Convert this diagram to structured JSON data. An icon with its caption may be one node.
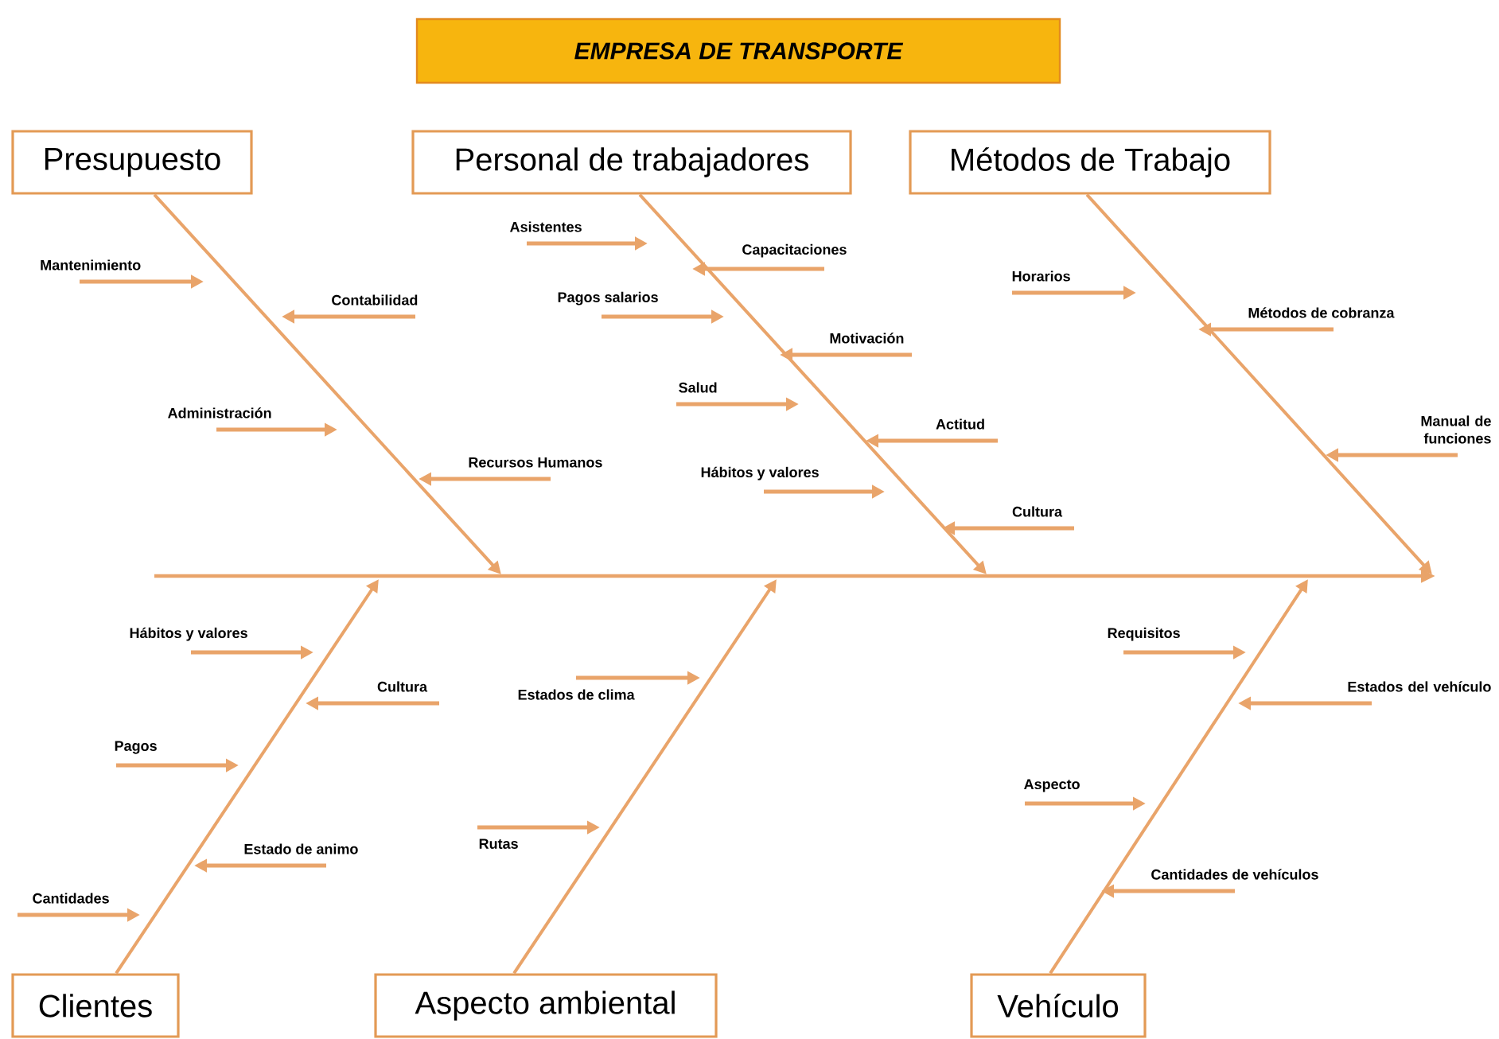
{
  "diagram": {
    "title": "EMPRESA DE TRANSPORTE",
    "nodes": [
      {
        "text": [
          "Presupuesto"
        ]
      },
      {
        "text": [
          "Personal de trabajadores"
        ]
      },
      {
        "text": [
          "Métodos de Trabajo"
        ]
      },
      {
        "text": [
          "Clientes"
        ]
      },
      {
        "text": [
          "Aspecto ambiental"
        ]
      },
      {
        "text": [
          "Vehículo"
        ]
      },
      {
        "text": [
          "Mantenimiento"
        ]
      },
      {
        "text": [
          "Contabilidad"
        ]
      },
      {
        "text": [
          "Administración"
        ]
      },
      {
        "text": [
          "Recursos Humanos"
        ]
      },
      {
        "text": [
          "Asistentes"
        ]
      },
      {
        "text": [
          "Capacitaciones"
        ]
      },
      {
        "text": [
          "Pagos salarios"
        ]
      },
      {
        "text": [
          "Motivación"
        ]
      },
      {
        "text": [
          "Salud"
        ]
      },
      {
        "text": [
          "Actitud"
        ]
      },
      {
        "text": [
          "Hábitos y valores"
        ]
      },
      {
        "text": [
          "Cultura"
        ]
      },
      {
        "text": [
          "Horarios"
        ]
      },
      {
        "text": [
          "Métodos de cobranza"
        ]
      },
      {
        "text": [
          "Manual de funciones"
        ]
      },
      {
        "text": [
          "Hábitos y valores"
        ]
      },
      {
        "text": [
          "Cultura"
        ]
      },
      {
        "text": [
          "Pagos"
        ]
      },
      {
        "text": [
          "Estado de animo"
        ]
      },
      {
        "text": [
          "Cantidades"
        ]
      },
      {
        "text": [
          "Estados de clima"
        ]
      },
      {
        "text": [
          "Rutas"
        ]
      },
      {
        "text": [
          "Requisitos"
        ]
      },
      {
        "text": [
          "Estados del vehículo"
        ]
      },
      {
        "text": [
          "Aspecto"
        ]
      },
      {
        "text": [
          "Cantidades de vehículos"
        ]
      }
    ],
    "edges": [
      {
        "from": 0,
        "to": null,
        "arrow": "to"
      },
      {
        "from": 1,
        "to": null,
        "arrow": "to"
      },
      {
        "from": 2,
        "to": null,
        "arrow": "to"
      },
      {
        "from": 3,
        "to": null,
        "arrow": "to"
      },
      {
        "from": 4,
        "to": null,
        "arrow": "to"
      },
      {
        "from": 5,
        "to": null,
        "arrow": "to"
      },
      {
        "from": 6,
        "to": null,
        "arrow": "to"
      },
      {
        "from": 7,
        "to": null,
        "arrow": "to"
      },
      {
        "from": 8,
        "to": null,
        "arrow": "to"
      },
      {
        "from": 9,
        "to": null,
        "arrow": "to"
      },
      {
        "from": 10,
        "to": null,
        "arrow": "to"
      },
      {
        "from": 11,
        "to": null,
        "arrow": "to"
      },
      {
        "from": 12,
        "to": null,
        "arrow": "to"
      },
      {
        "from": 13,
        "to": null,
        "arrow": "to"
      },
      {
        "from": 14,
        "to": null,
        "arrow": "to"
      },
      {
        "from": 15,
        "to": null,
        "arrow": "to"
      },
      {
        "from": 16,
        "to": null,
        "arrow": "to"
      },
      {
        "from": 17,
        "to": null,
        "arrow": "to"
      },
      {
        "from": 18,
        "to": null,
        "arrow": "to"
      },
      {
        "from": 19,
        "to": null,
        "arrow": "to"
      },
      {
        "from": 20,
        "to": null,
        "arrow": "to"
      },
      {
        "from": 21,
        "to": null,
        "arrow": "to"
      },
      {
        "from": 22,
        "to": null,
        "arrow": "to"
      },
      {
        "from": 23,
        "to": null,
        "arrow": "to"
      },
      {
        "from": 24,
        "to": null,
        "arrow": "to"
      },
      {
        "from": 25,
        "to": null,
        "arrow": "to"
      },
      {
        "from": 26,
        "to": null,
        "arrow": "to"
      },
      {
        "from": 27,
        "to": null,
        "arrow": "to"
      },
      {
        "from": 28,
        "to": null,
        "arrow": "to"
      },
      {
        "from": 29,
        "to": null,
        "arrow": "to"
      },
      {
        "from": 30,
        "to": null,
        "arrow": "to"
      },
      {
        "from": 31,
        "to": null,
        "arrow": "to"
      }
    ]
  }
}
